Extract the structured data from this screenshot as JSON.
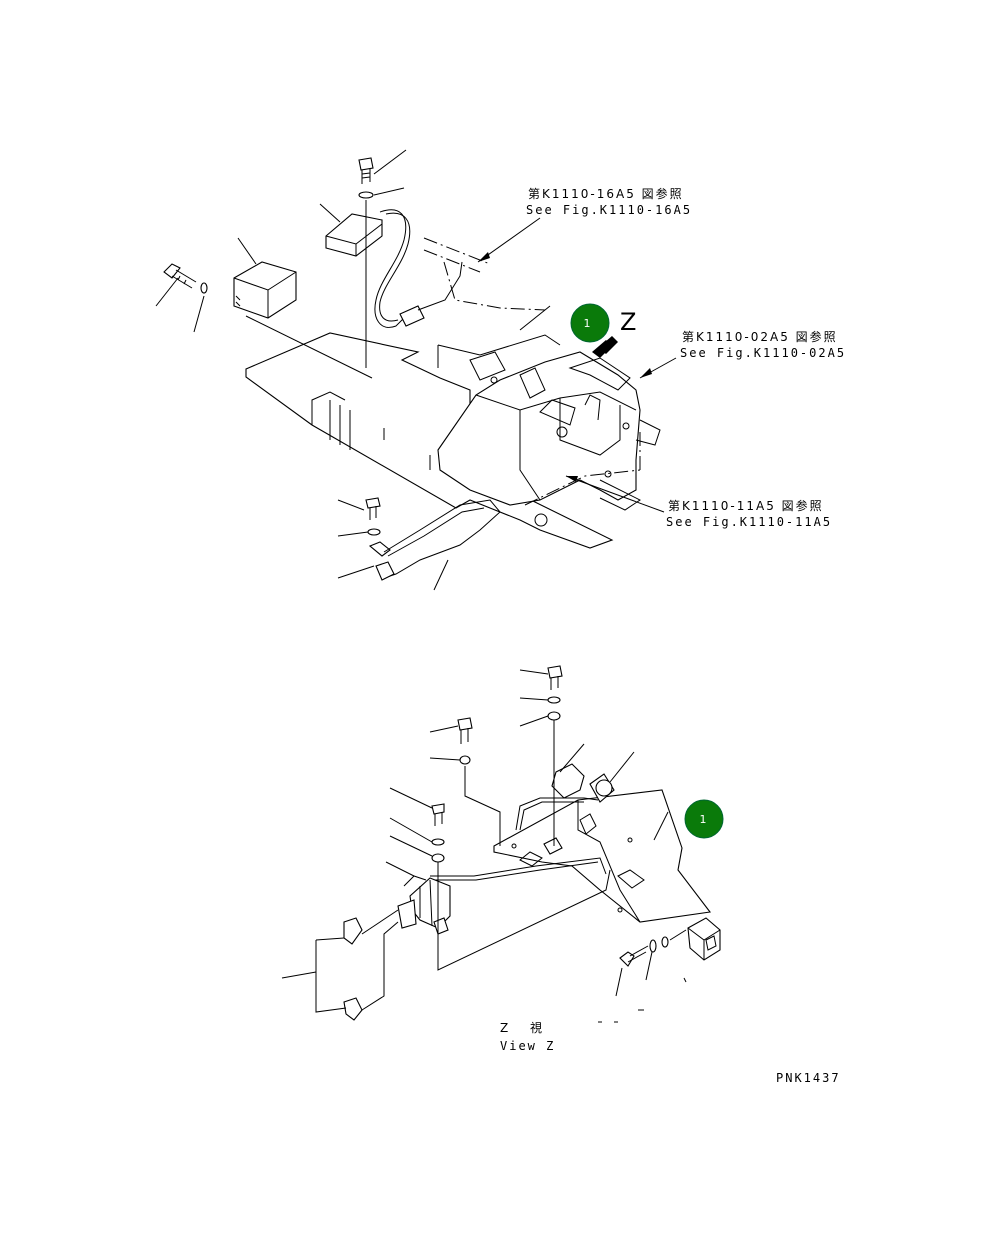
{
  "references": [
    {
      "id": "ref-16a5",
      "jp": "第K1110-16A5 図参照",
      "en": "See Fig.K1110-16A5"
    },
    {
      "id": "ref-02a5",
      "jp": "第K1110-02A5 図参照",
      "en": "See Fig.K1110-02A5"
    },
    {
      "id": "ref-11a5",
      "jp": "第K1110-11A5 図参照",
      "en": "See Fig.K1110-11A5"
    }
  ],
  "view_marker": {
    "arrow_letter": "Z",
    "number": "1",
    "color": "#0a7a0a"
  },
  "view_caption": {
    "jp": "Z　 視",
    "en": "View Z"
  },
  "drawing_number": "PNK1437"
}
